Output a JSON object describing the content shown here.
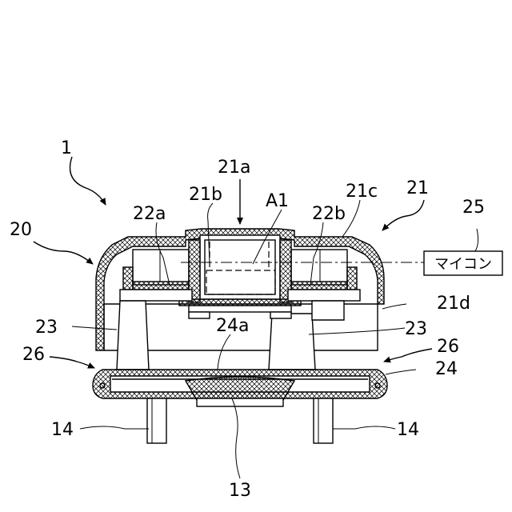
{
  "labels": {
    "l1": "1",
    "l20": "20",
    "l21": "21",
    "l21a": "21a",
    "l21b": "21b",
    "l21c": "21c",
    "l21d": "21d",
    "l22a": "22a",
    "l22b": "22b",
    "lA1": "A1",
    "l23_left": "23",
    "l23_right": "23",
    "l24": "24",
    "l24a": "24a",
    "l25": "25",
    "l26_left": "26",
    "l26_right": "26",
    "l13": "13",
    "l14_left": "14",
    "l14_right": "14"
  },
  "box25": {
    "text": "マイコン"
  }
}
